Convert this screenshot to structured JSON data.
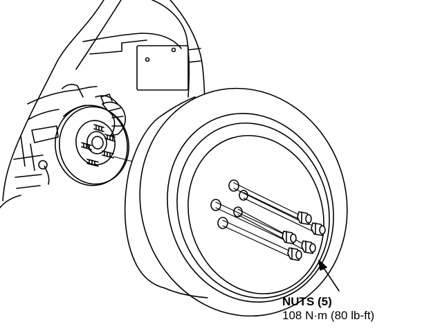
{
  "callout": {
    "title": "NUTS (5)",
    "spec": "108 N·m (80 lb-ft)"
  },
  "colors": {
    "line": "#000000",
    "background": "#ffffff"
  },
  "diagram_parts": [
    "fender-liner",
    "brake-disc",
    "wheel-hub",
    "wheel-studs",
    "brake-caliper",
    "tire",
    "wheel-rim",
    "lug-nuts",
    "pointer-arrow"
  ]
}
